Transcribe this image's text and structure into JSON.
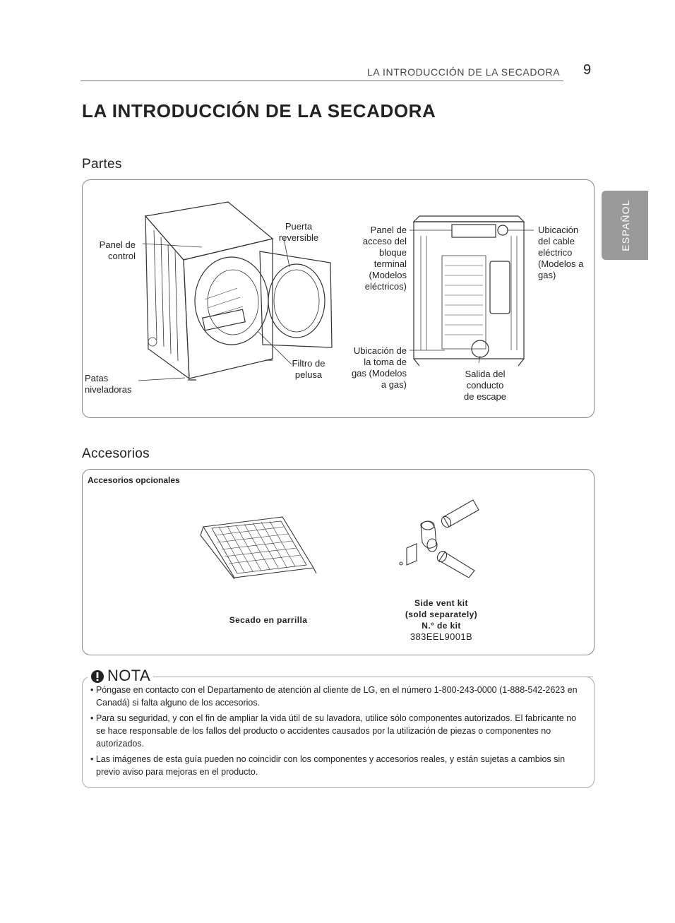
{
  "header": {
    "running_title": "LA INTRODUCCIÓN DE LA SECADORA",
    "page_number": "9"
  },
  "side_tab": {
    "label": "ESPAÑOL"
  },
  "main_title": "LA INTRODUCCIÓN DE LA SECADORA",
  "partes": {
    "heading": "Partes",
    "labels": {
      "panel_control": "Panel de\ncontrol",
      "puerta": "Puerta\nreversible",
      "patas": "Patas\nniveladoras",
      "filtro": "Filtro de\npelusa",
      "panel_acceso": "Panel de\nacceso del\nbloque\nterminal\n(Modelos\neléctricos)",
      "ubicacion_gas": "Ubicación de\nla toma de\ngas (Modelos\na gas)",
      "ubicacion_cable": "Ubicación\ndel cable\neléctrico\n(Modelos a\ngas)",
      "salida": "Salida del\nconducto\nde escape"
    }
  },
  "accesorios": {
    "heading": "Accesorios",
    "subtitle": "Accesorios opcionales",
    "rack_caption": "Secado en parrilla",
    "kit_caption_line1": "Side vent kit",
    "kit_caption_line2": "(sold separately)",
    "kit_caption_line3": "N.° de kit",
    "kit_caption_line4": "383EEL9001B"
  },
  "nota": {
    "title": "NOTA",
    "items": [
      "Póngase en contacto con el Departamento de atención al cliente de LG, en el número 1-800-243-0000 (1-888-542-2623 en Canadá) si falta alguno de los accesorios.",
      "Para su seguridad, y con el fin de ampliar la vida útil de su lavadora, utilice sólo componentes autorizados. El fabricante no se hace responsable de los fallos del producto o accidentes causados por la utilización de piezas o componentes no autorizados.",
      "Las imágenes de esta guía pueden no coincidir con los componentes y accesorios reales, y están sujetas a cambios sin previo aviso para mejoras en el producto."
    ]
  }
}
